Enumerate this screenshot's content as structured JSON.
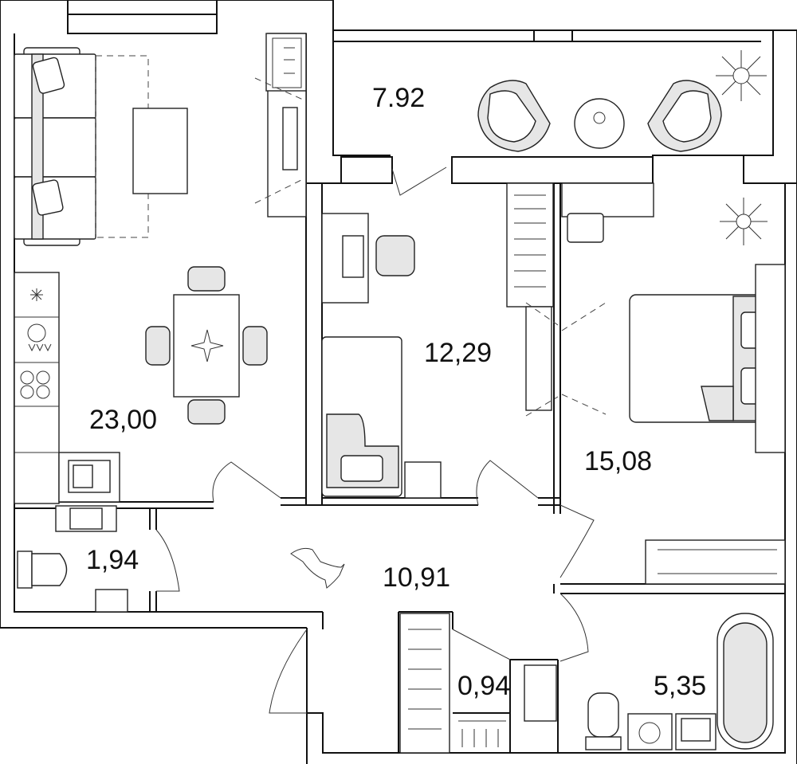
{
  "rooms": [
    {
      "id": "living-kitchen",
      "area": "23,00"
    },
    {
      "id": "balcony",
      "area": "7.92"
    },
    {
      "id": "study",
      "area": "12,29"
    },
    {
      "id": "bedroom",
      "area": "15,08"
    },
    {
      "id": "wc",
      "area": "1,94"
    },
    {
      "id": "hall",
      "area": "10,91"
    },
    {
      "id": "closet",
      "area": "0,94"
    },
    {
      "id": "bathroom",
      "area": "5,35"
    }
  ],
  "colors": {
    "wall": "#111111",
    "fill_gray": "#e6e6e6",
    "background": "#ffffff"
  }
}
